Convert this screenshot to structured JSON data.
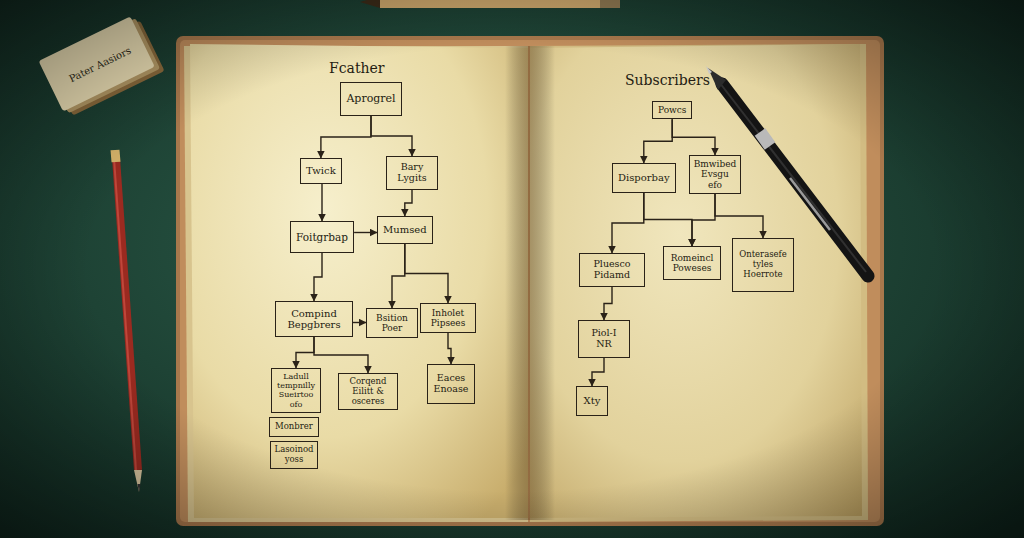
{
  "diagram": {
    "nodes": [
      {
        "text": [
          "Aprogrel"
        ]
      },
      {
        "text": [
          "Twick"
        ]
      },
      {
        "text": [
          "Bary Lygits"
        ]
      },
      {
        "text": [
          "Foitgrbap"
        ]
      },
      {
        "text": [
          "Mumsed"
        ]
      },
      {
        "text": [
          "Compind Bepgbrers"
        ]
      },
      {
        "text": [
          "Bsition Poer"
        ]
      },
      {
        "text": [
          "Inholet Pipsees"
        ]
      },
      {
        "text": [
          "Ladull tempnilly Sueirtoo ofo"
        ]
      },
      {
        "text": [
          "Corqend Eilitt & osceres"
        ]
      },
      {
        "text": [
          "Eaces Enoase"
        ]
      },
      {
        "text": [
          "Monbrer"
        ]
      },
      {
        "text": [
          "Lasoinod yoss"
        ]
      },
      {
        "text": [
          "Powcs"
        ]
      },
      {
        "text": [
          "Disporbay"
        ]
      },
      {
        "text": [
          "Bmwibed Evsgu efo"
        ]
      },
      {
        "text": [
          "Pluesco Pidamd"
        ]
      },
      {
        "text": [
          "Romeincl Poweses"
        ]
      },
      {
        "text": [
          "Onterasefe tyles Hoerrote"
        ]
      },
      {
        "text": [
          "Piol-I NR"
        ]
      },
      {
        "text": [
          "Xty"
        ]
      }
    ],
    "edges": [
      {
        "from": 0,
        "to": 1,
        "arrow": "to"
      },
      {
        "from": 0,
        "to": 2,
        "arrow": "to"
      },
      {
        "from": 1,
        "to": 3,
        "arrow": "to"
      },
      {
        "from": 3,
        "to": 4,
        "arrow": "to"
      },
      {
        "from": 2,
        "to": 4,
        "arrow": "to"
      },
      {
        "from": 3,
        "to": 5,
        "arrow": "to"
      },
      {
        "from": 4,
        "to": 6,
        "arrow": "to"
      },
      {
        "from": 4,
        "to": 7,
        "arrow": "to"
      },
      {
        "from": 5,
        "to": 6,
        "arrow": "to"
      },
      {
        "from": 5,
        "to": 8,
        "arrow": "to"
      },
      {
        "from": 5,
        "to": 9,
        "arrow": "to"
      },
      {
        "from": 7,
        "to": 10,
        "arrow": "to"
      },
      {
        "from": 13,
        "to": 14,
        "arrow": "to"
      },
      {
        "from": 13,
        "to": 15,
        "arrow": "to"
      },
      {
        "from": 14,
        "to": 16,
        "arrow": "to"
      },
      {
        "from": 14,
        "to": 17,
        "arrow": "to"
      },
      {
        "from": 15,
        "to": 17,
        "arrow": "to"
      },
      {
        "from": 15,
        "to": 18,
        "arrow": "to"
      },
      {
        "from": 16,
        "to": 19,
        "arrow": "to"
      },
      {
        "from": 19,
        "to": 20,
        "arrow": "to"
      }
    ],
    "labels": [
      "Fcather",
      "Subscribers",
      "Pater Aasiors"
    ]
  }
}
